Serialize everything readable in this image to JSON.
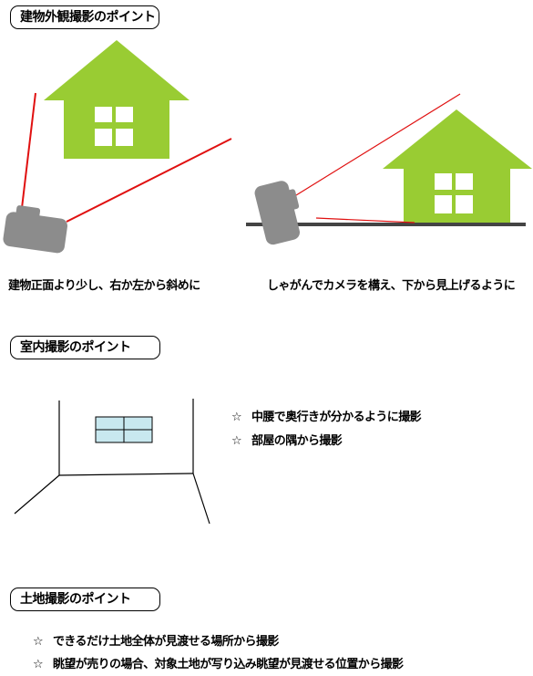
{
  "sections": {
    "exterior": {
      "title": "建物外観撮影のポイント",
      "caption_left": "建物正面より少し、右か左から斜めに",
      "caption_right": "しゃがんでカメラを構え、下から見上げるように"
    },
    "interior": {
      "title": "室内撮影のポイント",
      "tips": [
        "中腰で奥行きが分かるように撮影",
        "部屋の隅から撮影"
      ]
    },
    "land": {
      "title": "土地撮影のポイント",
      "tips": [
        "できるだけ土地全体が見渡せる場所から撮影",
        "眺望が売りの場合、対象土地が写り込み眺望が見渡せる位置から撮影"
      ]
    }
  },
  "bullet_symbol": "☆",
  "colors": {
    "house": "#99cc33",
    "sight_line": "#e01010",
    "camera": "#8c8c8c",
    "window_glass": "#c8e8ef",
    "ground": "#444444"
  }
}
